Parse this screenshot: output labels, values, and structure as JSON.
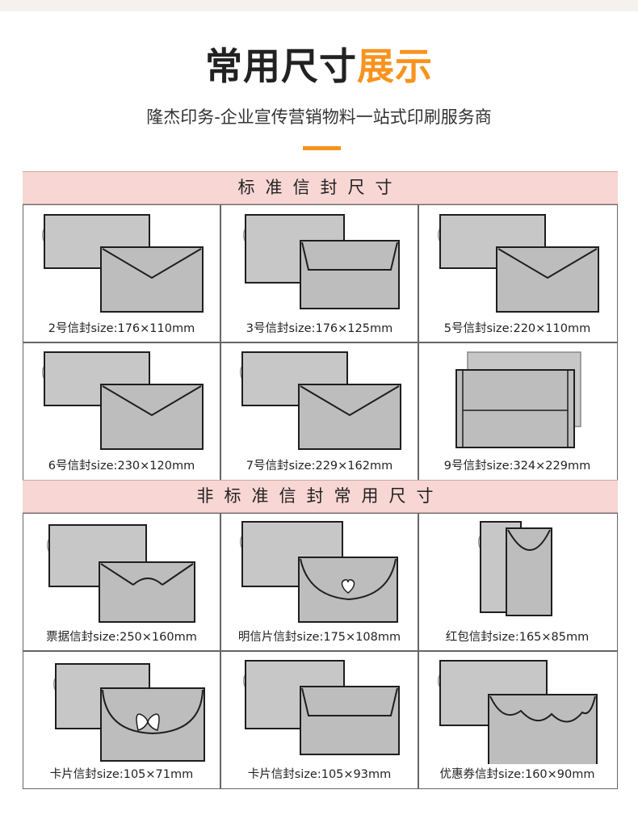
{
  "header": {
    "title_black": "常用尺寸",
    "title_orange": "展示",
    "subtitle": "隆杰印务-企业宣传营销物料一站式印刷服务商",
    "accent_color": "#f7931e"
  },
  "standard_section": {
    "heading": "标准信封尺寸",
    "items": [
      {
        "caption": "2号信封size:176×110mm",
        "style": "v-flap"
      },
      {
        "caption": "3号信封size:176×125mm",
        "style": "square-flap"
      },
      {
        "caption": "5号信封size:220×110mm",
        "style": "v-flap"
      },
      {
        "caption": "6号信封size:230×120mm",
        "style": "v-flap"
      },
      {
        "caption": "7号信封size:229×162mm",
        "style": "v-flap"
      },
      {
        "caption": "9号信封size:324×229mm",
        "style": "large-fold"
      }
    ]
  },
  "nonstandard_section": {
    "heading": "非标准信封常用尺寸",
    "items": [
      {
        "caption": "票据信封size:250×160mm",
        "style": "heart-tab"
      },
      {
        "caption": "明信片信封size:175×108mm",
        "style": "round-heart"
      },
      {
        "caption": "红包信封size:165×85mm",
        "style": "vertical"
      },
      {
        "caption": "卡片信封size:105×71mm",
        "style": "butterfly"
      },
      {
        "caption": "卡片信封size:105×93mm",
        "style": "square-flap"
      },
      {
        "caption": "优惠券信封size:160×90mm",
        "style": "wave"
      }
    ]
  }
}
